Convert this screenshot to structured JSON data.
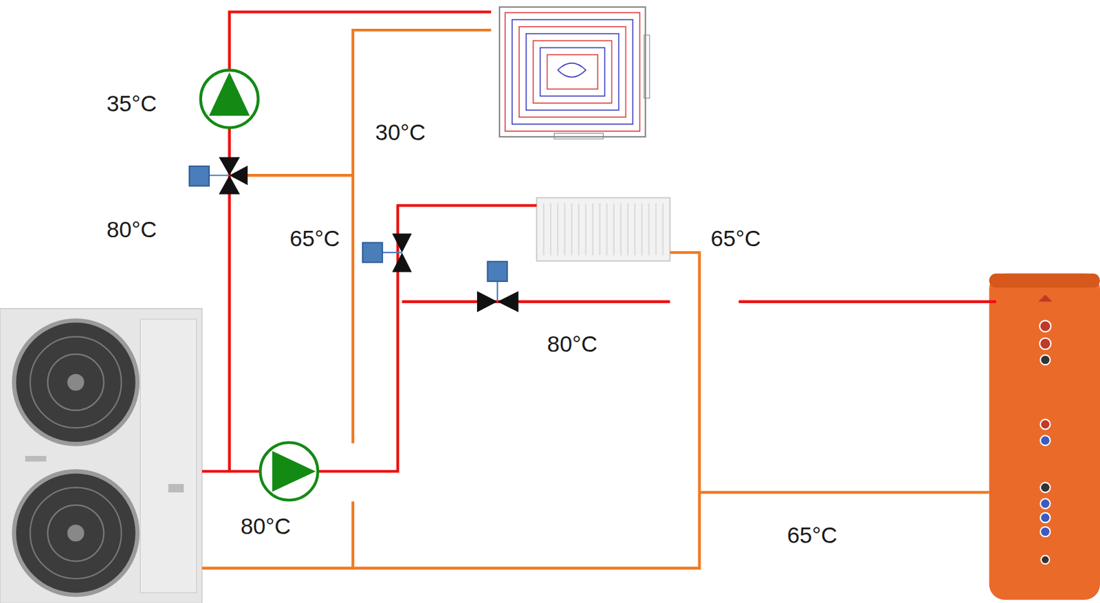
{
  "diagram": {
    "labels": [
      "35°C",
      "30°C",
      "80°C",
      "65°C",
      "65°C",
      "80°C",
      "80°C",
      "65°C"
    ]
  }
}
